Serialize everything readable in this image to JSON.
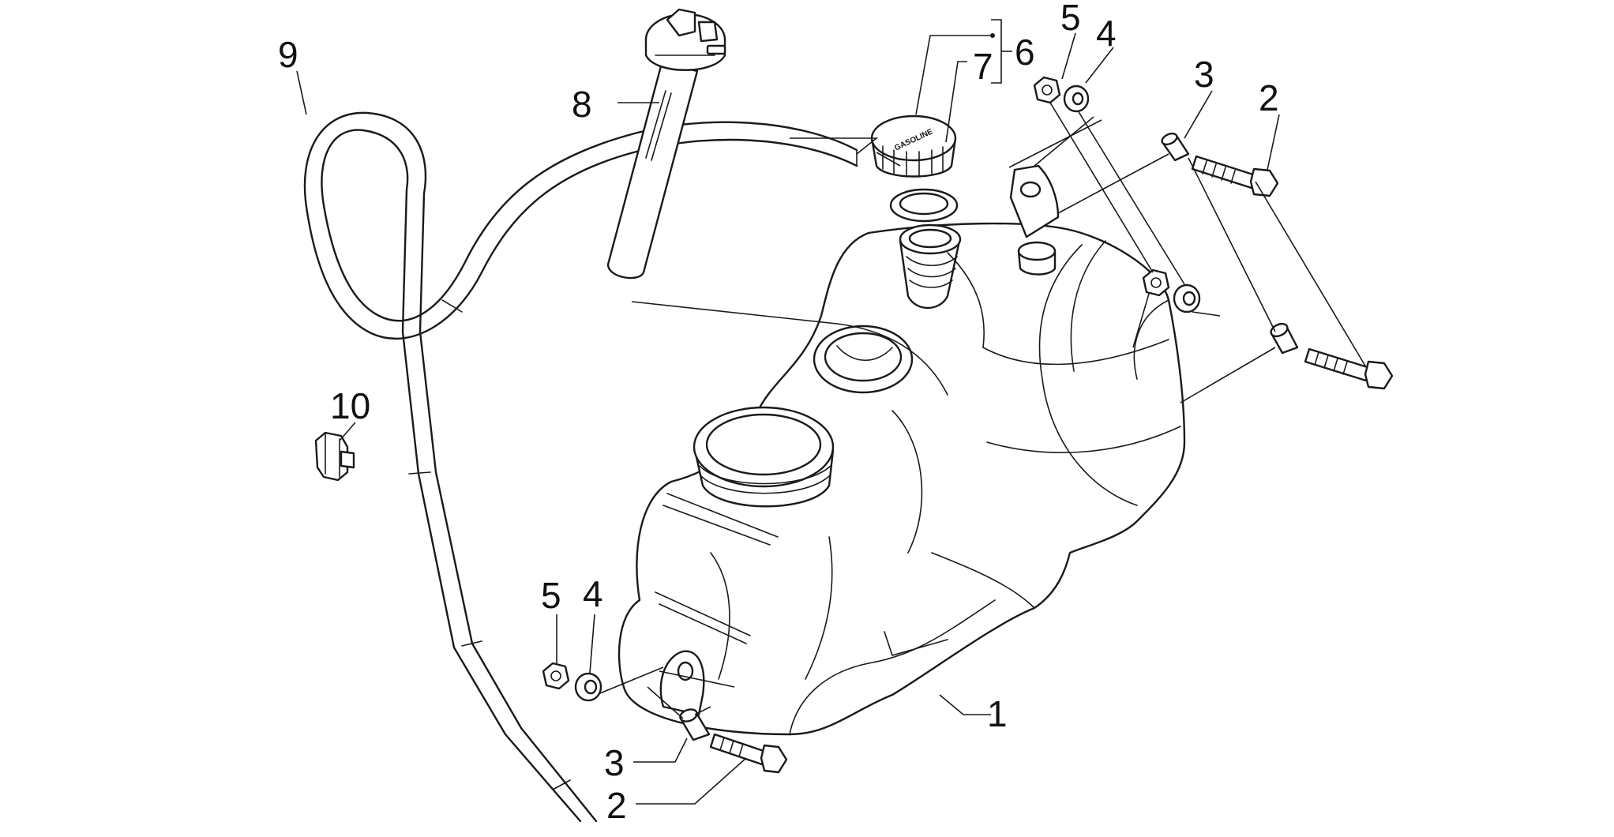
{
  "diagram": {
    "callouts": {
      "tank": "1",
      "screw_top": "2",
      "bushing_top": "3",
      "washer_top": "4",
      "nut_top": "5",
      "cap_assembly": "6",
      "cap": "7",
      "fuel_gauge": "8",
      "hose": "9",
      "clamp": "10",
      "nut_bottom": "5",
      "washer_bottom": "4",
      "bushing_bottom": "3",
      "screw_bottom": "2"
    },
    "cap_marking": "GASOLINE"
  }
}
